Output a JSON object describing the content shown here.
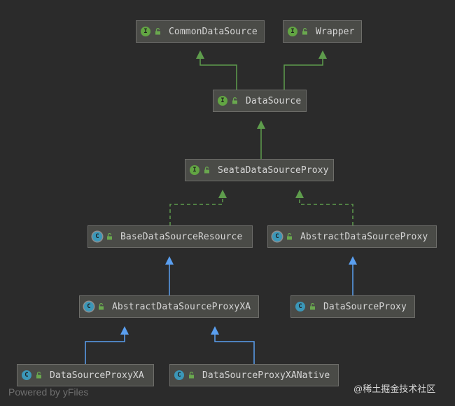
{
  "nodes": [
    {
      "id": "common",
      "label": "CommonDataSource",
      "kind": "I"
    },
    {
      "id": "wrapper",
      "label": "Wrapper",
      "kind": "I"
    },
    {
      "id": "ds",
      "label": "DataSource",
      "kind": "I"
    },
    {
      "id": "seata",
      "label": "SeataDataSourceProxy",
      "kind": "I"
    },
    {
      "id": "base",
      "label": "BaseDataSourceResource",
      "kind": "C"
    },
    {
      "id": "absproxy",
      "label": "AbstractDataSourceProxy",
      "kind": "C"
    },
    {
      "id": "absxa",
      "label": "AbstractDataSourceProxyXA",
      "kind": "C"
    },
    {
      "id": "dsproxy",
      "label": "DataSourceProxy",
      "kind": "C"
    },
    {
      "id": "dsxa",
      "label": "DataSourceProxyXA",
      "kind": "C"
    },
    {
      "id": "dsxanative",
      "label": "DataSourceProxyXANative",
      "kind": "C"
    }
  ],
  "edges": [
    {
      "from": "ds",
      "to": "common",
      "type": "extends-interface"
    },
    {
      "from": "ds",
      "to": "wrapper",
      "type": "extends-interface"
    },
    {
      "from": "seata",
      "to": "ds",
      "type": "extends-interface"
    },
    {
      "from": "base",
      "to": "seata",
      "type": "implements"
    },
    {
      "from": "absproxy",
      "to": "seata",
      "type": "implements"
    },
    {
      "from": "absxa",
      "to": "base",
      "type": "extends"
    },
    {
      "from": "dsproxy",
      "to": "absproxy",
      "type": "extends"
    },
    {
      "from": "dsxa",
      "to": "absxa",
      "type": "extends"
    },
    {
      "from": "dsxanative",
      "to": "absxa",
      "type": "extends"
    }
  ],
  "colors": {
    "background": "#2b2b2b",
    "interface_edge": "#5e9c4c",
    "class_edge": "#5a9ff0",
    "interface_icon": "#62a543",
    "class_icon": "#3b97b8"
  },
  "watermark_left": "Powered by yFiles",
  "watermark_right": "@稀土掘金技术社区"
}
